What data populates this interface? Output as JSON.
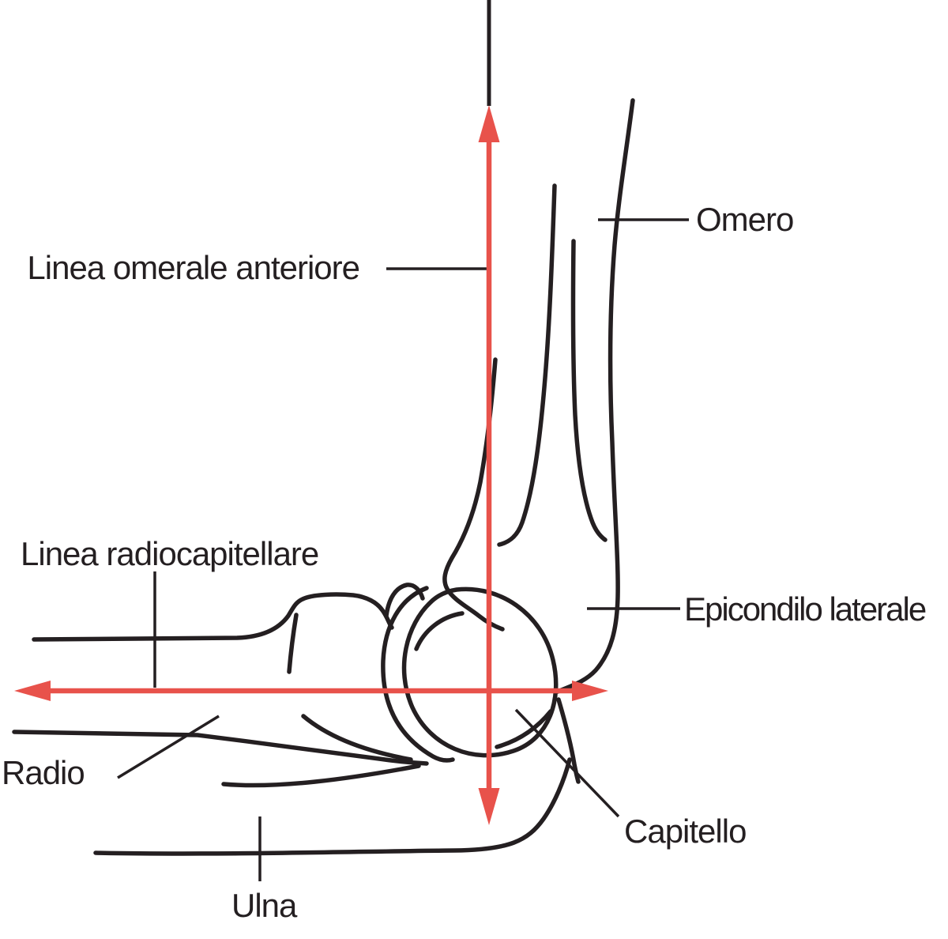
{
  "figure": {
    "description_labels": {
      "anterior_humeral_line": "Linea omerale anteriore",
      "humerus": "Omero",
      "radiocapitellar_line": "Linea radiocapitellare",
      "lateral_epicondyle": "Epicondilo laterale",
      "radius": "Radio",
      "capitellum": "Capitello",
      "ulna": "Ulna"
    },
    "arrows": {
      "anterior_humeral_line_arrow": {
        "orientation": "vertical",
        "heads": [
          "up",
          "down"
        ],
        "color": "#e8524b"
      },
      "radiocapitellar_line_arrow": {
        "orientation": "horizontal",
        "heads": [
          "left",
          "right"
        ],
        "color": "#e8524b"
      }
    }
  },
  "colors": {
    "ink": "#241f21",
    "arrow_red": "#e8524b",
    "background": "#ffffff"
  }
}
